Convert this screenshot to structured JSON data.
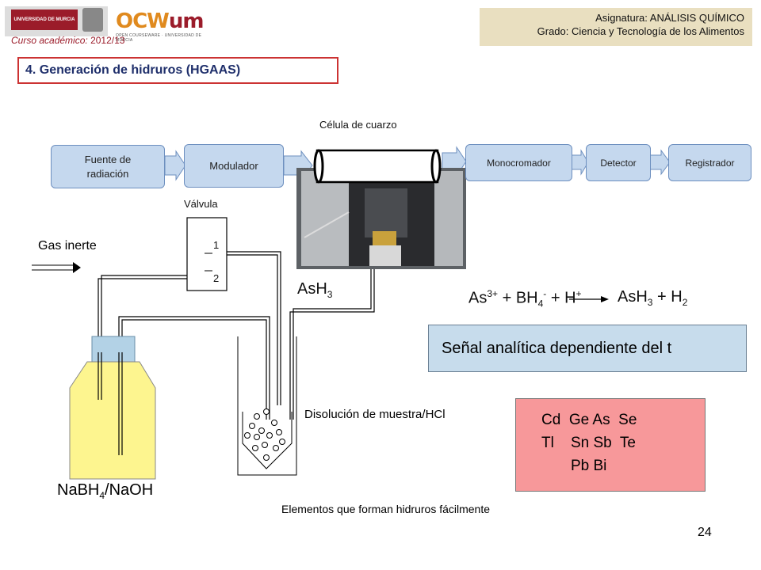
{
  "header": {
    "university_logo_text": "UNIVERSIDAD DE MURCIA",
    "ocw_logo_text": "OCW",
    "um_logo_text": "um",
    "ocw_sub_text": "OPEN COURSEWARE · UNIVERSIDAD DE MURCIA",
    "curso_label": "Curso académico:",
    "curso_value": "2012/13",
    "asignatura": "Asignatura: ANÁLISIS QUÍMICO",
    "grado": "Grado: Ciencia y Tecnología de los Alimentos"
  },
  "section_title": "4.  Generación de hidruros (HGAAS)",
  "diagram": {
    "celula_label": "Célula de cuarzo",
    "blocks": {
      "fuente_line1": "Fuente de",
      "fuente_line2": "radiación",
      "modulador": "Modulador",
      "monocromador": "Monocromador",
      "detector": "Detector",
      "registrador": "Registrador"
    },
    "valvula_label": "Válvula",
    "valve_port1": "1",
    "valve_port2": "2",
    "gas_inerte": "Gas inerte",
    "ash3_main": "AsH",
    "ash3_sub": "3",
    "reagent_main": "NaBH",
    "reagent_sub": "4",
    "reagent_rest": "/NaOH",
    "disolucion": "Disolución de muestra/HCl",
    "elementos_caption": "Elementos que forman hidruros fácilmente"
  },
  "reaction": {
    "as": "As",
    "as_charge": "3+",
    "plus1": " + BH",
    "bh_sub": "4",
    "bh_charge": "-",
    "plus2": " + H",
    "h_charge": "+",
    "prod1": "AsH",
    "prod1_sub": "3",
    "plus3": " + H",
    "prod2_sub": "2"
  },
  "signal_text": "Señal analítica dependiente del t",
  "elements": {
    "line1": "Cd  Ge As  Se",
    "line2": "Tl    Sn Sb  Te",
    "line3": "       Pb Bi"
  },
  "page_number": "24",
  "colors": {
    "accent_red": "#9b1c2a",
    "section_border": "#cc3333",
    "section_text": "#1f2f6b",
    "block_fill": "#c5d8ee",
    "bottle_fill": "#fdf58f",
    "elements_fill": "#f7989a",
    "signal_fill": "#c7dcec"
  }
}
